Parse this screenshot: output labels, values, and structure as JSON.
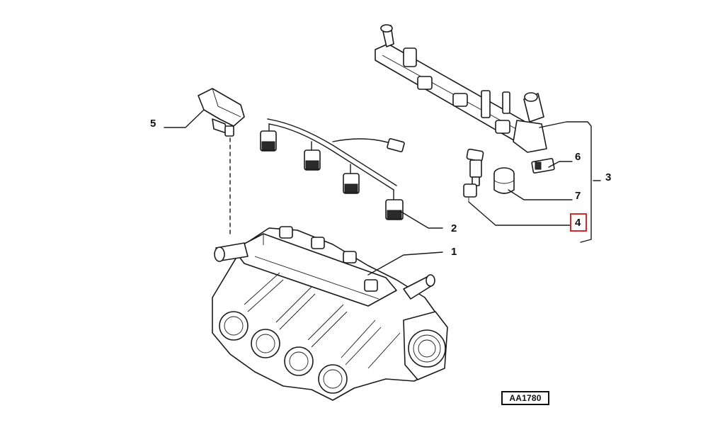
{
  "diagram": {
    "reference_code": "AA1780",
    "highlighted_callout": "4",
    "callouts": [
      {
        "id": "1",
        "label": "1"
      },
      {
        "id": "2",
        "label": "2"
      },
      {
        "id": "3",
        "label": "3"
      },
      {
        "id": "4",
        "label": "4"
      },
      {
        "id": "5",
        "label": "5"
      },
      {
        "id": "6",
        "label": "6"
      },
      {
        "id": "7",
        "label": "7"
      }
    ],
    "colors": {
      "line": "#1a1a1a",
      "highlight": "#d9262b",
      "background": "#ffffff"
    }
  }
}
